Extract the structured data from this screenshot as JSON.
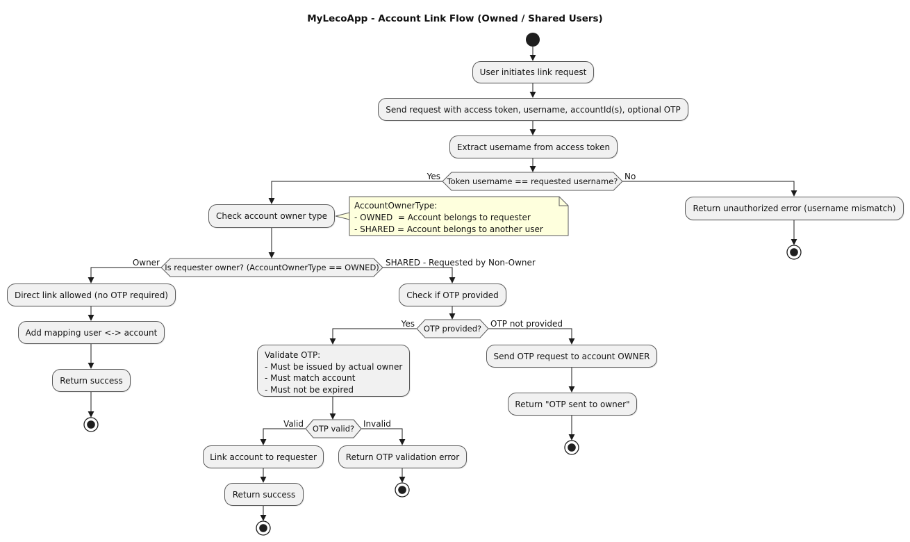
{
  "title": "MyLecoApp - Account Link Flow (Owned / Shared Users)",
  "nodes": {
    "user_initiates": "User initiates link request",
    "send_request": "Send request with access token, username, accountId(s), optional OTP",
    "extract_username": "Extract username from access token",
    "check_owner_type": "Check account owner type",
    "return_unauthorized": "Return unauthorized error (username mismatch)",
    "direct_link": "Direct link allowed (no OTP required)",
    "add_mapping": "Add mapping user <-> account",
    "return_success_owner": "Return success",
    "check_otp": "Check if OTP provided",
    "link_account": "Link account to requester",
    "return_success_otp": "Return success",
    "return_otp_error": "Return OTP validation error",
    "send_otp_request": "Send OTP request to account OWNER",
    "return_otp_sent": "Return \"OTP sent to owner\""
  },
  "validate_otp": {
    "lines": [
      "Validate OTP:",
      "- Must be issued by actual owner",
      "- Must match account",
      "- Must not be expired"
    ]
  },
  "decisions": {
    "token_username": "Token username == requested username?",
    "is_owner": "Is requester owner? (AccountOwnerType == OWNED)",
    "otp_provided": "OTP provided?",
    "otp_valid": "OTP valid?"
  },
  "edge_labels": {
    "token_yes": "Yes",
    "token_no": "No",
    "owner": "Owner",
    "shared": "SHARED - Requested by Non-Owner",
    "otp_yes": "Yes",
    "otp_not_provided": "OTP not provided",
    "otp_valid": "Valid",
    "otp_invalid": "Invalid"
  },
  "note": {
    "lines": [
      "AccountOwnerType:",
      "- OWNED  = Account belongs to requester",
      "- SHARED = Account belongs to another user"
    ]
  },
  "colors": {
    "node_fill": "#f1f1f1",
    "node_border": "#5a5a5a",
    "note_fill": "#feffdd",
    "line": "#1b1b1b",
    "text": "#131313",
    "background": "#ffffff"
  }
}
